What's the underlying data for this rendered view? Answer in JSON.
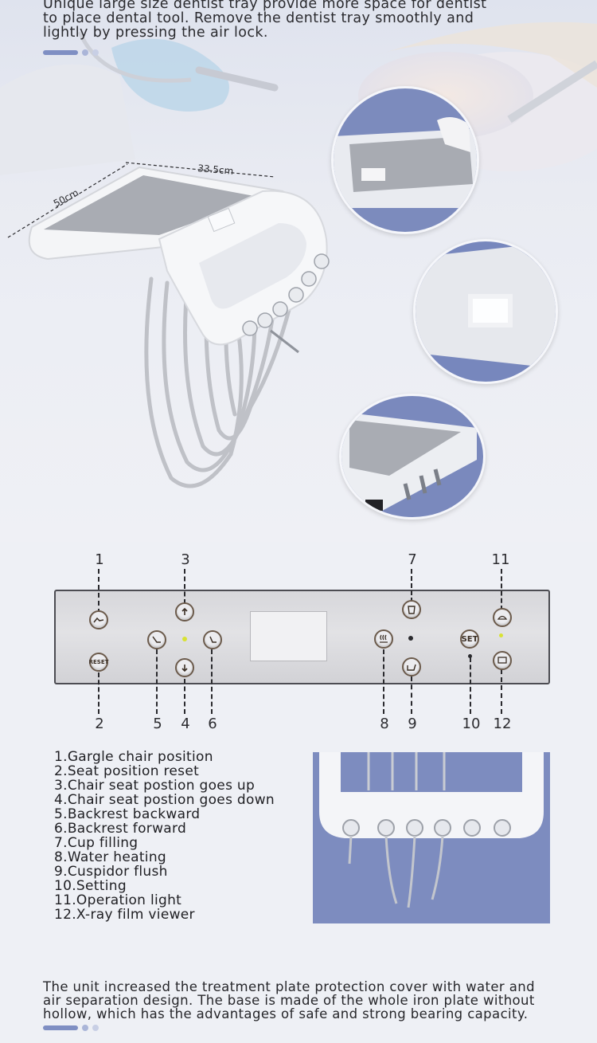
{
  "intro_text": "Unique large size dentist tray provide more space for dentist to place dental tool. Remove the dentist tray smoothly and lightly by pressing the air lock.",
  "dimensions": {
    "width_label": "33.5cm",
    "length_label": "50cm"
  },
  "panel": {
    "top_numbers": [
      "1",
      "3",
      "7",
      "11"
    ],
    "bottom_numbers": [
      "2",
      "5",
      "4",
      "6",
      "8",
      "9",
      "10",
      "12"
    ],
    "reset_label": "RESET",
    "set_label": "SET"
  },
  "legend": [
    "1.Gargle chair position",
    "2.Seat position reset",
    "3.Chair seat postion goes up",
    "4.Chair seat postion goes down",
    "5.Backrest backward",
    "6.Backrest forward",
    "7.Cup filling",
    "8.Water heating",
    "9.Cuspidor flush",
    "10.Setting",
    "11.Operation light",
    "12.X-ray film viewer"
  ],
  "bottom_text": "The unit increased the treatment plate protection cover with water and air separation design. The base is made of the whole iron plate without hollow, which has the advantages of safe and strong bearing capacity.",
  "colors": {
    "accent": "#7f8fc3",
    "photo_bg": "#7d8cbf",
    "tray_grey": "#a9acb3",
    "led_green": "#d8e234"
  }
}
